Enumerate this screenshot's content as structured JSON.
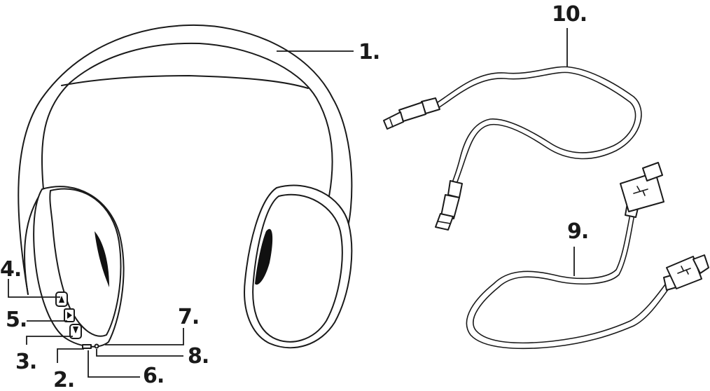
{
  "callouts": {
    "c1": "1.",
    "c2": "2.",
    "c3": "3.",
    "c4": "4.",
    "c5": "5.",
    "c6": "6.",
    "c7": "7.",
    "c8": "8.",
    "c9": "9.",
    "c10": "10."
  },
  "icons": {
    "headphones": "headphones-icon",
    "audio_cable": "aux-cable-icon",
    "usb_cable": "usb-cable-icon"
  }
}
